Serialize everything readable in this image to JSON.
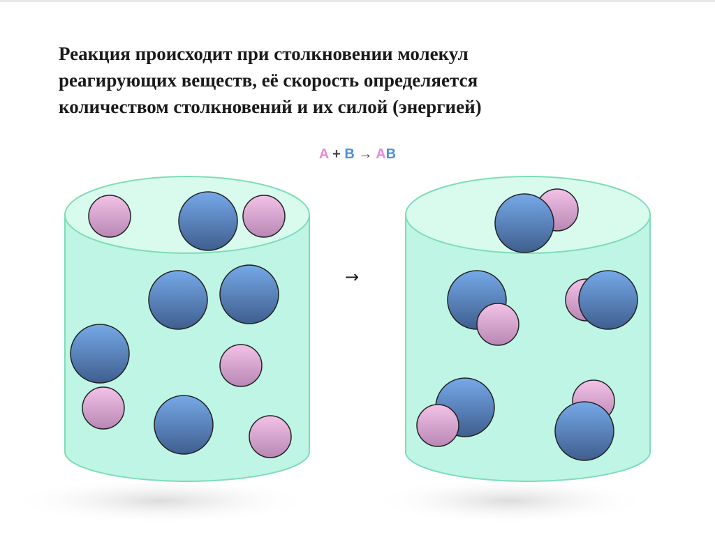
{
  "title": {
    "lines": [
      "Реакция происходит при столкновении молекул",
      "реагирующих веществ, её скорость определяется",
      "количеством столкновений и их силой (энергией)"
    ]
  },
  "equation": {
    "reactant_a": "A",
    "plus": "+",
    "reactant_b": "B",
    "arrow": "→",
    "product_a": "A",
    "product_b": "B"
  },
  "between_arrow": "→",
  "colors": {
    "molecule_a": "#e8a9d8",
    "molecule_b": "#5b8fd4",
    "cylinder_fill": "#bff5e4",
    "cylinder_stroke": "#7fdcb8",
    "label_a": "#e98bd6",
    "label_b": "#4a90d9"
  },
  "icons": [
    "arrow-right-icon"
  ]
}
